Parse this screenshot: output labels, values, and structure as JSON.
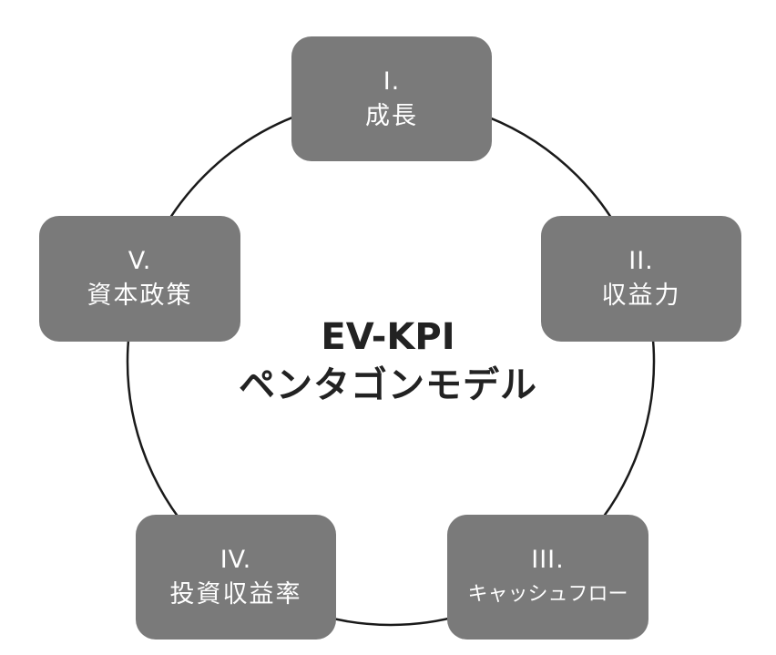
{
  "center": {
    "line1": "EV-KPI",
    "line2": "ペンタゴンモデル"
  },
  "nodes": [
    {
      "num": "I.",
      "label": "成長"
    },
    {
      "num": "II.",
      "label": "収益力"
    },
    {
      "num": "III.",
      "label": "キャッシュフロー"
    },
    {
      "num": "IV.",
      "label": "投資収益率"
    },
    {
      "num": "V.",
      "label": "資本政策"
    }
  ],
  "colors": {
    "node_fill": "#7a7a7a",
    "node_text": "#ffffff",
    "circle_stroke": "#1a1a1a",
    "center_text": "#222222"
  }
}
